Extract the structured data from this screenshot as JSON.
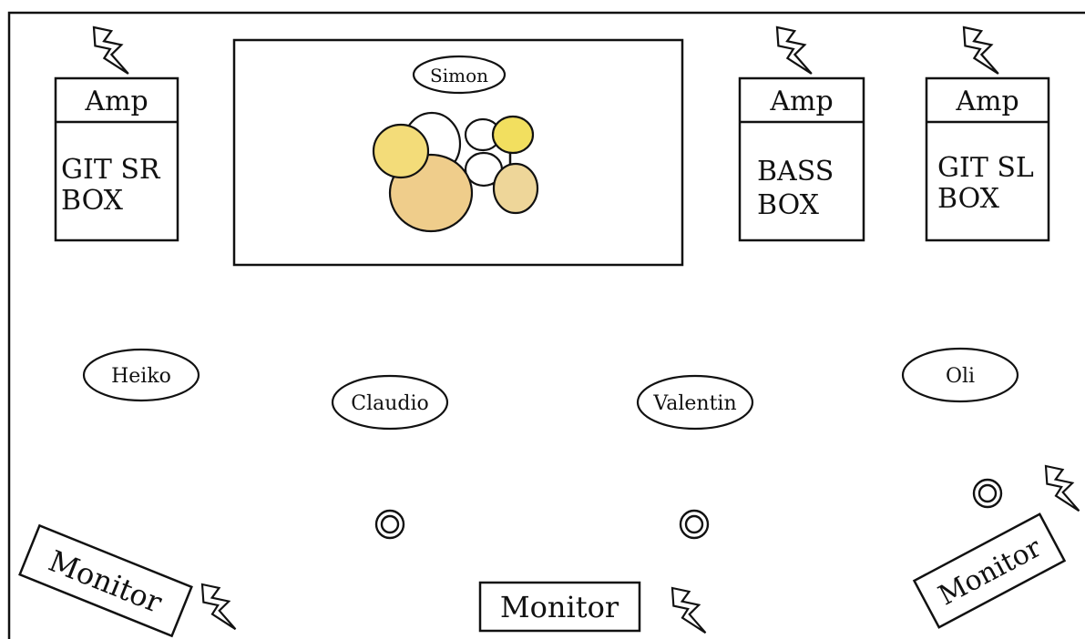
{
  "drummer": {
    "name": "Simon"
  },
  "amps": [
    {
      "header": "Amp",
      "line1": "GIT SR",
      "line2": "BOX"
    },
    {
      "header": "Amp",
      "line1": "BASS",
      "line2": "BOX"
    },
    {
      "header": "Amp",
      "line1": "GIT SL",
      "line2": "BOX"
    }
  ],
  "musicians": [
    "Heiko",
    "Claudio",
    "Valentin",
    "Oli"
  ],
  "monitors": [
    "Monitor",
    "Monitor",
    "Monitor"
  ],
  "colors": {
    "drum_yellow": "#f2df5f",
    "drum_yellow_light": "#f3dc79",
    "drum_tan": "#efcd8b",
    "drum_khaki": "#eed699",
    "outline": "#111111"
  }
}
